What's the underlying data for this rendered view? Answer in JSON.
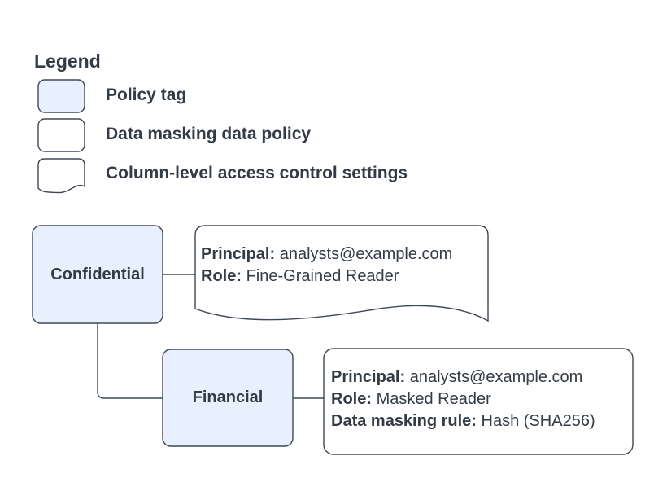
{
  "colors": {
    "background": "#FFFFFF",
    "policy_tag_fill": "#E8F0FE",
    "shape_fill_white": "#FFFFFF",
    "shape_stroke": "#3F4855",
    "text": "#333B45"
  },
  "legend": {
    "title": "Legend",
    "items": [
      {
        "swatch": "policy-tag",
        "label": "Policy tag"
      },
      {
        "swatch": "data-masking-data-policy",
        "label": "Data masking data policy"
      },
      {
        "swatch": "column-level-access-control-settings",
        "label": "Column-level access control settings"
      }
    ]
  },
  "diagram": {
    "policy_tags": [
      {
        "name": "Confidential"
      },
      {
        "name": "Financial"
      }
    ],
    "confidential_access_settings": {
      "shape": "column-level-access-control-settings",
      "lines": [
        {
          "label": "Principal:",
          "value": "analysts@example.com"
        },
        {
          "label": "Role:",
          "value": "Fine-Grained Reader"
        }
      ]
    },
    "financial_data_policy": {
      "shape": "data-masking-data-policy",
      "lines": [
        {
          "label": "Principal:",
          "value": "analysts@example.com"
        },
        {
          "label": "Role:",
          "value": "Masked Reader"
        },
        {
          "label": "Data masking rule:",
          "value": "Hash (SHA256)"
        }
      ]
    }
  }
}
